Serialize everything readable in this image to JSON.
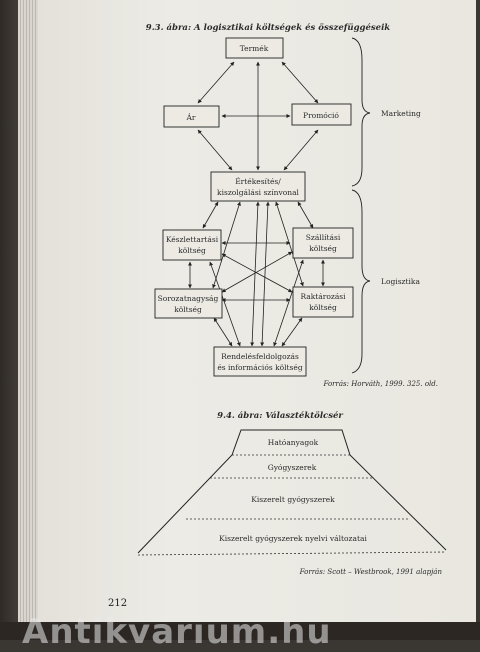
{
  "figure1": {
    "caption": "9.3. ábra: A logisztikai költségek és összefüggéseik",
    "nodes": {
      "termek": "Termék",
      "ar": "Ár",
      "promocio": "Promóció",
      "ertekesites_1": "Értékesítés/",
      "ertekesites_2": "kiszolgálási színvonal",
      "keszlet_1": "Készlettartási",
      "keszlet_2": "költség",
      "szallitasi_1": "Szállítási",
      "szallitasi_2": "költség",
      "sorozat_1": "Sorozatnagyság",
      "sorozat_2": "költség",
      "raktarozasi_1": "Raktározási",
      "raktarozasi_2": "költség",
      "rendeles_1": "Rendelésfeldolgozás",
      "rendeles_2": "és információs költség"
    },
    "brace_labels": {
      "marketing": "Marketing",
      "logisztika": "Logisztika"
    },
    "source": "Forrás: Horváth, 1999. 325. old."
  },
  "figure2": {
    "caption": "9.4. ábra: Választéktölcsér",
    "levels": [
      "Hatóanyagok",
      "Gyógyszerek",
      "Kiszerelt gyógyszerek",
      "Kiszerelt gyógyszerek nyelvi változatai"
    ],
    "source": "Forrás: Scott – Westbrook, 1991 alapján"
  },
  "page_number": "212",
  "watermark": "Antikvárium.hu"
}
